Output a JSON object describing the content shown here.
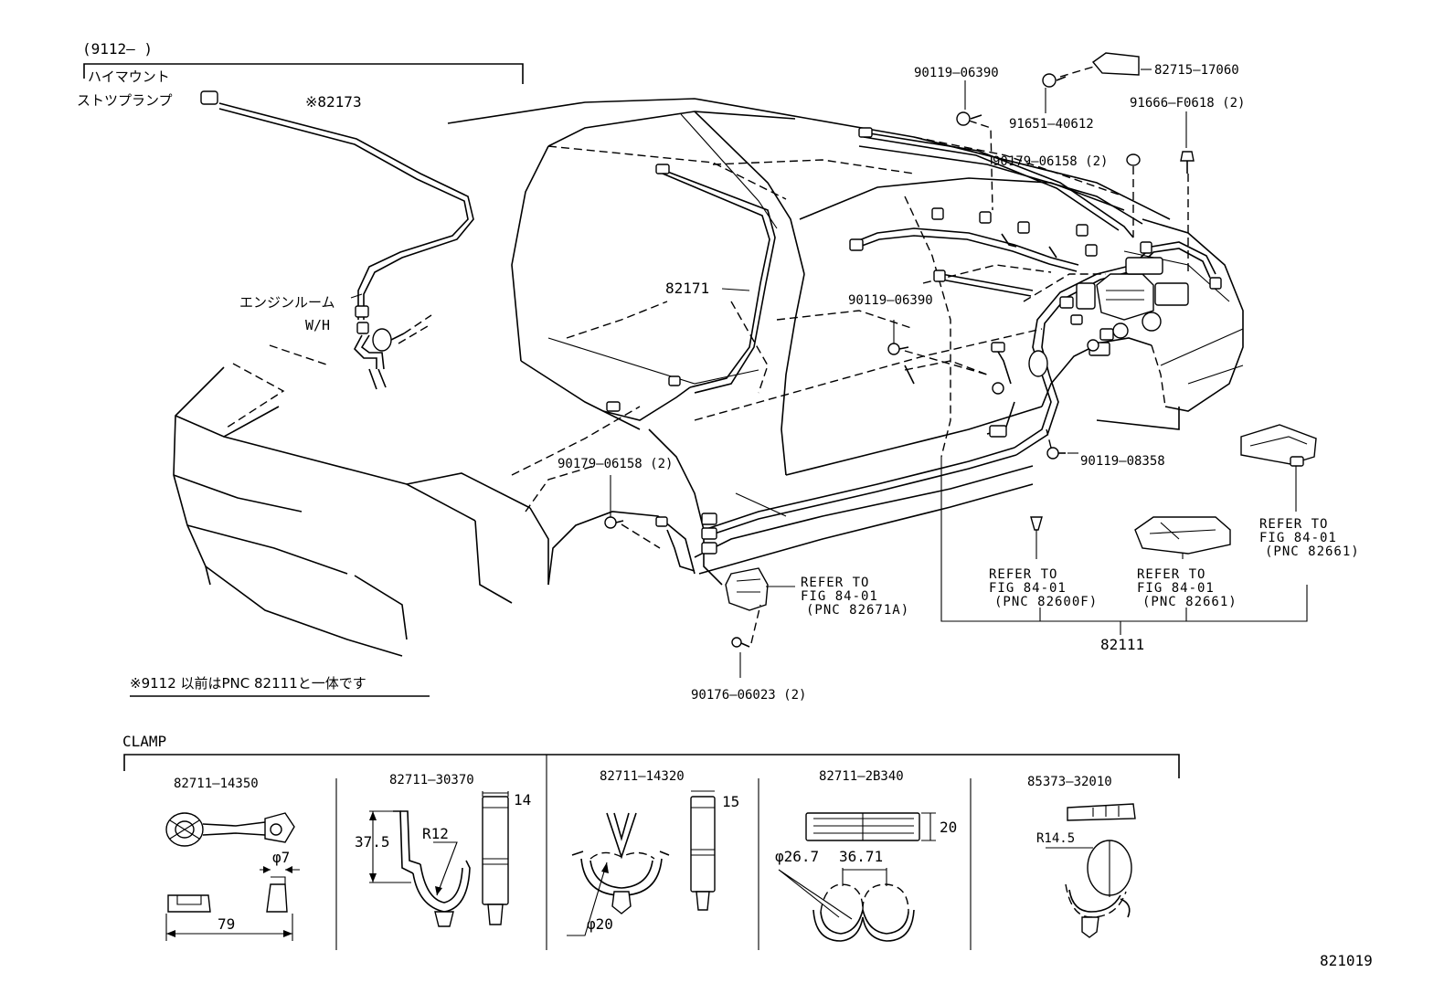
{
  "header": {
    "code_range": "(9112–      )",
    "high_mount_line1": "ハイマウント",
    "high_mount_line2": "ストツプランプ"
  },
  "labels": {
    "p82173": "※82173",
    "engine_room_line1": "エンジンルーム",
    "engine_room_line2": "W/H",
    "p82171": "82171",
    "p90119_06390_top": "90119–06390",
    "p82715_17060": "82715–17060",
    "p91651_40612": "91651–40612",
    "p91666_f0618": "91666–F0618 (2)",
    "p90179_06158_right": "90179–06158 (2)",
    "p90119_06390_mid": "90119–06390",
    "p90119_08358": "90119–08358",
    "p90179_06158_left": "90179–06158 (2)",
    "p90176_06023": "90176–06023 (2)",
    "p82111": "82111",
    "note": "※9112  以前はPNC 82111と一体です",
    "figure_no": "821019"
  },
  "refers": [
    {
      "line1": "REFER TO",
      "line2": "FIG 84-01",
      "line3": "(PNC 82671A)"
    },
    {
      "line1": "REFER TO",
      "line2": "FIG 84-01",
      "line3": "(PNC 82600F)"
    },
    {
      "line1": "REFER TO",
      "line2": "FIG 84-01",
      "line3": "(PNC 82661)"
    },
    {
      "line1": "REFER TO",
      "line2": "FIG 84-01",
      "line3": "(PNC 82661)"
    }
  ],
  "clamp": {
    "title": "CLAMP",
    "items": [
      {
        "part_no": "82711–14350",
        "dims": [
          "φ7",
          "79"
        ]
      },
      {
        "part_no": "82711–30370",
        "dims": [
          "37.5",
          "R12",
          "14"
        ]
      },
      {
        "part_no": "82711–14320",
        "dims": [
          "15",
          "φ20"
        ]
      },
      {
        "part_no": "82711–2B340",
        "dims": [
          "20",
          "φ26.7",
          "36.71"
        ]
      },
      {
        "part_no": "85373–32010",
        "dims": [
          "R14.5"
        ]
      }
    ]
  }
}
